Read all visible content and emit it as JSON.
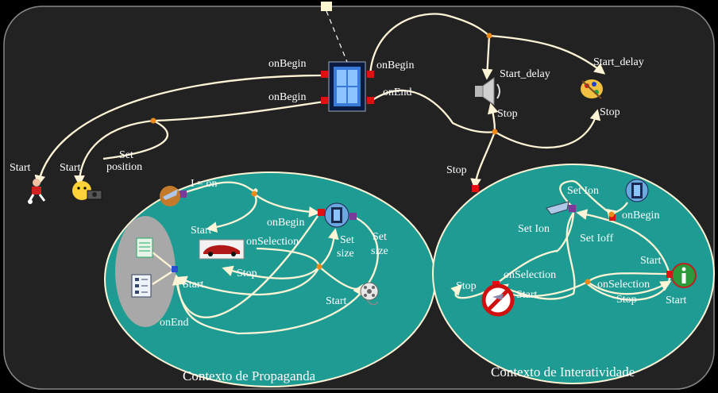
{
  "colors": {
    "background": "#000000",
    "outer_panel": "#222222",
    "context_fill": "#1e9b92",
    "arc": "#fff5d6",
    "red_port": "#e01010",
    "purple_port": "#7a3a9a",
    "blue_port": "#2a4fd0",
    "orange_link": "#f08a1a"
  },
  "contexts": {
    "propaganda": "Contexto de Propaganda",
    "interatividade": "Contexto de Interatividade"
  },
  "labels": {
    "onBegin_top_left": "onBegin",
    "onBegin_left2": "onBegin",
    "onBegin_right": "onBegin",
    "onEnd_right": "onEnd",
    "start_delay_sound": "Start_delay",
    "start_delay_paint": "Start_delay",
    "stop_sound": "Stop",
    "stop_paint": "Stop",
    "stop_context": "Stop",
    "start_player": "Start",
    "start_camera": "Start",
    "set_position": [
      "Set",
      "position"
    ],
    "i_eq_on": "I = on",
    "start_car": "Start",
    "onSelection_car": "onSelection",
    "onBegin_inner": "onBegin",
    "set_size1": [
      "Set",
      "size"
    ],
    "set_size2": [
      "Set",
      "size"
    ],
    "stop_car": "Stop",
    "start_docs": "Start",
    "start_film": "Start",
    "onEnd_docs": "onEnd",
    "set_ion_top": "Set Ion",
    "onBegin_int": "onBegin",
    "set_ion_left": "Set Ion",
    "set_ioff": "Set Ioff",
    "start_info": "Start",
    "stop_noentry": "Stop",
    "onSelection_noentry": "onSelection",
    "start_noentry": "Start",
    "onSelection_info": "onSelection",
    "stop_info": "Stop",
    "start_info2": "Start"
  },
  "icons": {
    "video": "film-strip-icon",
    "sound": "speaker-icon",
    "paint": "palette-icon",
    "player": "soccer-player-icon",
    "camera": "smiley-camera-icon",
    "hand": "pointing-hand-icon",
    "car": "sports-car-icon",
    "film_reel": "film-reel-icon",
    "document": "document-icon",
    "document_list": "document-list-icon",
    "menu_film": "film-strip-small-icon",
    "no_entry": "no-entry-icon",
    "info": "info-icon"
  }
}
